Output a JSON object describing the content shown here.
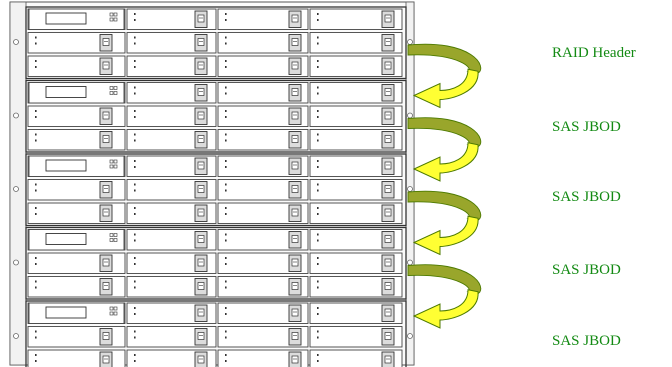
{
  "diagram": {
    "enclosures": [
      {
        "label": "RAID Header",
        "type": "raid-head"
      },
      {
        "label": "SAS JBOD",
        "type": "jbod"
      },
      {
        "label": "SAS JBOD",
        "type": "jbod"
      },
      {
        "label": "SAS JBOD",
        "type": "jbod"
      },
      {
        "label": "SAS JBOD",
        "type": "jbod"
      }
    ],
    "drive_columns": 4,
    "drive_rows_per_enclosure": 3,
    "connections": [
      {
        "from": 0,
        "to": 1
      },
      {
        "from": 1,
        "to": 2
      },
      {
        "from": 2,
        "to": 3
      },
      {
        "from": 3,
        "to": 4
      }
    ],
    "colors": {
      "label": "#138a13",
      "arrow_fill": "#ffff33",
      "arrow_dark": "#99a62b",
      "arrow_stroke": "#4d7a00",
      "rack_line": "#555555"
    }
  }
}
